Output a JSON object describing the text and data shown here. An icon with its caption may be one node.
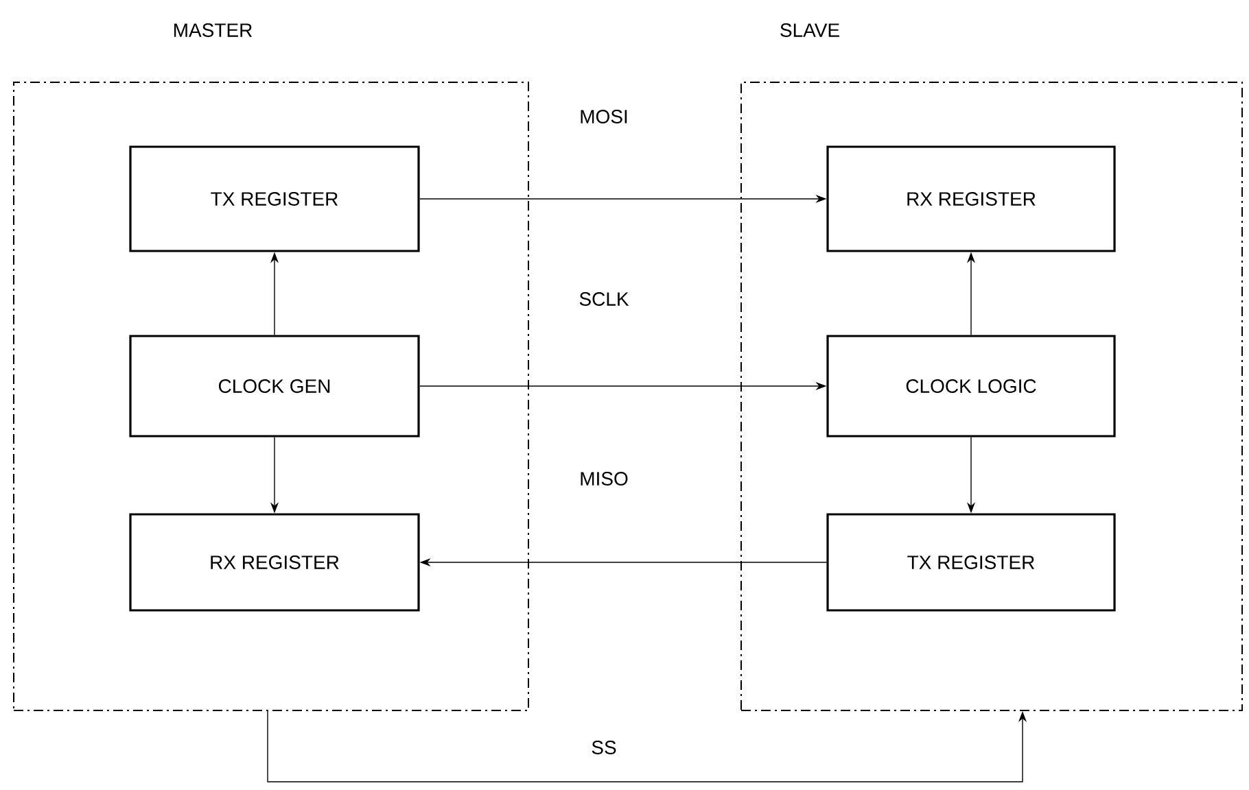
{
  "diagram": {
    "nodes": [
      {
        "text": [
          "MASTER"
        ]
      },
      {
        "text": [
          "TX REGISTER"
        ],
        "in": 0
      },
      {
        "text": [
          "CLOCK GEN"
        ],
        "in": 0
      },
      {
        "text": [
          "RX REGISTER"
        ],
        "in": 0
      },
      {
        "text": [
          "SLAVE"
        ]
      },
      {
        "text": [
          "RX REGISTER"
        ],
        "in": 4
      },
      {
        "text": [
          "CLOCK LOGIC"
        ],
        "in": 4
      },
      {
        "text": [
          "TX REGISTER"
        ],
        "in": 4
      }
    ],
    "edges": [
      {
        "from": 2,
        "to": 1,
        "arrow": "to"
      },
      {
        "from": 2,
        "to": 3,
        "arrow": "to"
      },
      {
        "from": 1,
        "to": 5,
        "arrow": "to",
        "label": "MOSI"
      },
      {
        "from": 2,
        "to": 6,
        "arrow": "to",
        "label": "SCLK"
      },
      {
        "from": 7,
        "to": 3,
        "arrow": "to",
        "label": "MISO"
      },
      {
        "from": 6,
        "to": 5,
        "arrow": "to"
      },
      {
        "from": 6,
        "to": 7,
        "arrow": "to"
      },
      {
        "from": 0,
        "to": 4,
        "arrow": "to",
        "label": "SS"
      }
    ]
  }
}
